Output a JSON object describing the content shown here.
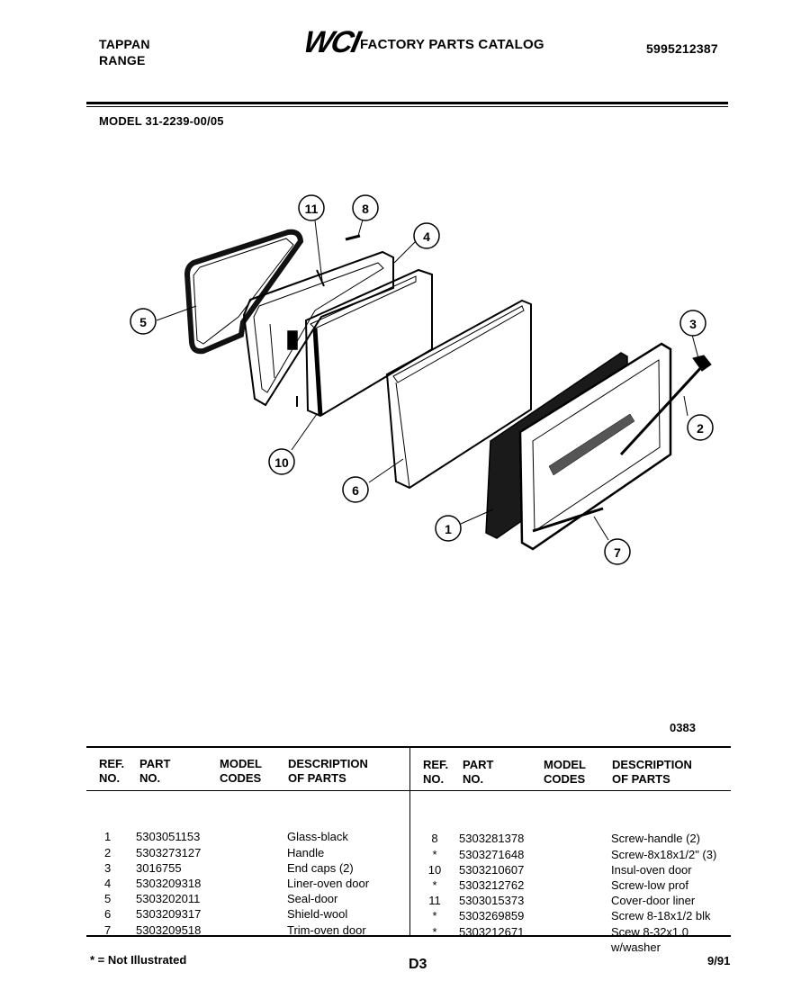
{
  "header": {
    "brand_line1": "TAPPAN",
    "brand_line2": "RANGE",
    "logo": "WCI",
    "catalog_title": "FACTORY PARTS CATALOG",
    "catalog_number": "5995212387",
    "model": "MODEL 31-2239-00/05"
  },
  "diagram": {
    "callouts": [
      "11",
      "8",
      "4",
      "5",
      "3",
      "2",
      "10",
      "6",
      "1",
      "7"
    ],
    "figure_code": "0383"
  },
  "table": {
    "headers": {
      "ref1": "REF.",
      "ref2": "NO.",
      "part1": "PART",
      "part2": "NO.",
      "model1": "MODEL",
      "model2": "CODES",
      "desc1": "DESCRIPTION",
      "desc2": "OF PARTS"
    },
    "left": {
      "refs": [
        "1",
        "2",
        "3",
        "4",
        "5",
        "6",
        "7"
      ],
      "parts": [
        "5303051153",
        "5303273127",
        "3016755",
        "5303209318",
        "5303202011",
        "5303209317",
        "5303209518"
      ],
      "descriptions": [
        "Glass-black",
        "Handle",
        "End caps (2)",
        "Liner-oven door",
        "Seal-door",
        "Shield-wool",
        "Trim-oven door"
      ]
    },
    "right": {
      "refs": [
        "8",
        "*",
        "10",
        "*",
        "11",
        "*",
        "*",
        ""
      ],
      "parts": [
        "5303281378",
        "5303271648",
        "5303210607",
        "5303212762",
        "5303015373",
        "5303269859",
        "5303212671",
        ""
      ],
      "descriptions": [
        "Screw-handle (2)",
        "Screw-8x18x1/2\" (3)",
        "Insul-oven door",
        "Screw-low prof",
        "Cover-door liner",
        "Screw 8-18x1/2 blk",
        "Scew 8-32x1.0",
        "w/washer"
      ]
    }
  },
  "footer": {
    "note": "* = Not Illustrated",
    "page": "D3",
    "date": "9/91"
  }
}
